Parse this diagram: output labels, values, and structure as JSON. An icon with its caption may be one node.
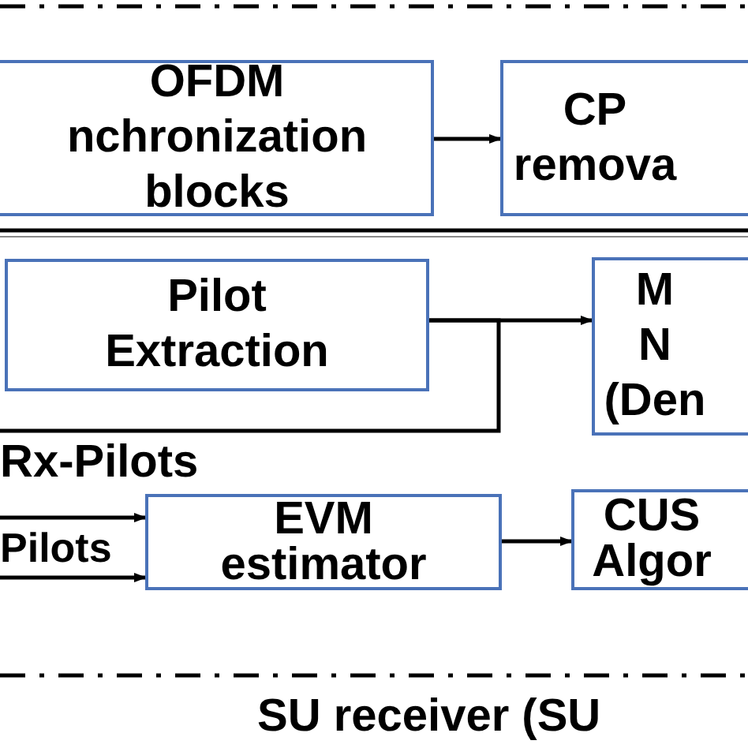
{
  "diagram": {
    "nodes": [
      {
        "text": [
          "OFDM nchronization blocks"
        ]
      },
      {
        "text": [
          "CP remova"
        ]
      },
      {
        "text": [
          "Pilot Extraction"
        ]
      },
      {
        "text": [
          "M N (Den"
        ]
      },
      {
        "text": [
          "EVM estimator"
        ]
      },
      {
        "text": [
          "CUS Algor"
        ]
      }
    ],
    "edges": [
      {
        "from": 0,
        "to": 1,
        "arrow": "to"
      },
      {
        "from": 2,
        "to": 3,
        "arrow": "to"
      },
      {
        "from": 2,
        "to": null,
        "arrow": "none"
      },
      {
        "from": null,
        "to": 4,
        "arrow": "to"
      },
      {
        "from": null,
        "to": 4,
        "arrow": "to"
      },
      {
        "from": 4,
        "to": 5,
        "arrow": "to"
      }
    ],
    "labels": [
      "Rx-Pilots",
      "Pilots",
      "SU receiver (SU"
    ]
  }
}
